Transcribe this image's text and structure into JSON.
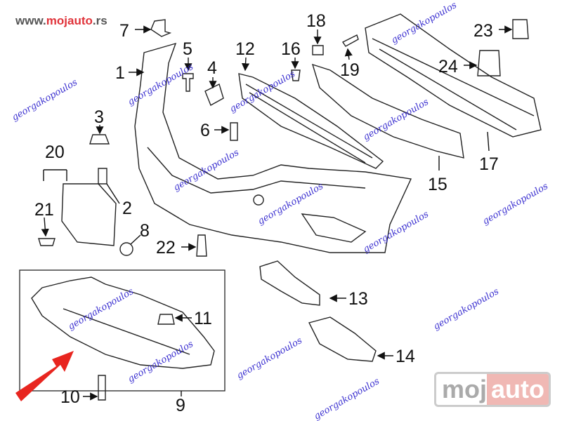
{
  "header": {
    "site_prefix": "www.",
    "site_brand": "mojauto",
    "site_suffix": ".rs"
  },
  "watermark": {
    "text": "georgakopoulos",
    "brand_left": "moj",
    "brand_right": "auto"
  },
  "callouts": [
    "1",
    "2",
    "3",
    "4",
    "5",
    "6",
    "7",
    "8",
    "9",
    "10",
    "11",
    "12",
    "13",
    "14",
    "15",
    "16",
    "17",
    "18",
    "19",
    "20",
    "21",
    "22",
    "23",
    "24"
  ],
  "colors": {
    "pointer_arrow": "#e8251f",
    "watermark": "#3a2fd0",
    "brand_pink": "#f0b8b4"
  }
}
